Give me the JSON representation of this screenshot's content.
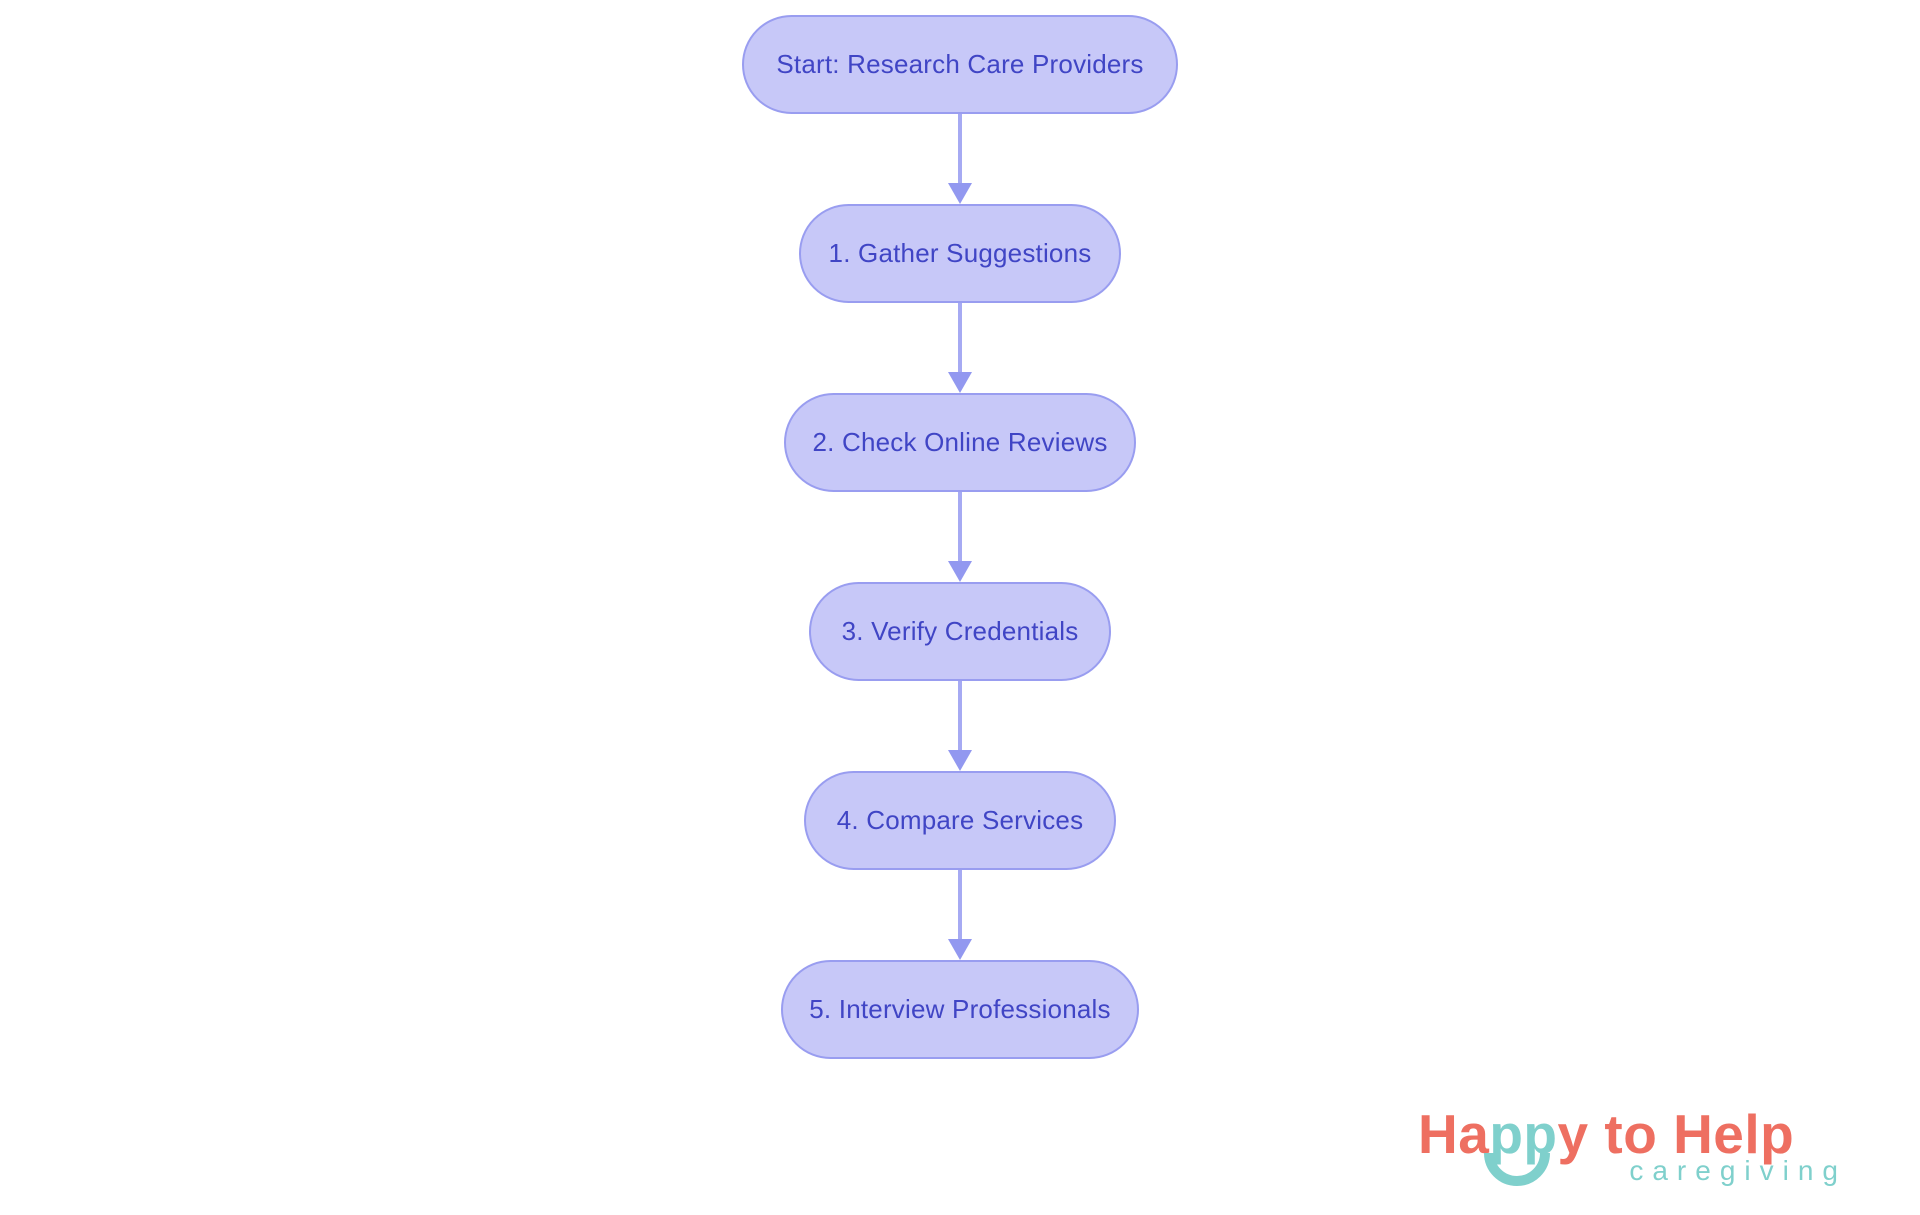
{
  "page": {
    "background": "#ffffff"
  },
  "colors": {
    "node_fill": "#c7c8f8",
    "node_border": "#999df0",
    "node_text": "#4045c5",
    "arrow_shaft": "#a6aaf3",
    "arrow_head": "#9298f0",
    "logo_coral": "#ee6f61",
    "logo_teal": "#7fd0cc"
  },
  "flowchart": {
    "direction": "top-down",
    "nodes": [
      {
        "id": "start",
        "label": "Start: Research Care Providers"
      },
      {
        "id": "step-1",
        "label": "1. Gather Suggestions"
      },
      {
        "id": "step-2",
        "label": "2. Check Online Reviews"
      },
      {
        "id": "step-3",
        "label": "3. Verify Credentials"
      },
      {
        "id": "step-4",
        "label": "4. Compare Services"
      },
      {
        "id": "step-5",
        "label": "5. Interview Professionals"
      }
    ],
    "edges": [
      {
        "from": "start",
        "to": "step-1"
      },
      {
        "from": "step-1",
        "to": "step-2"
      },
      {
        "from": "step-2",
        "to": "step-3"
      },
      {
        "from": "step-3",
        "to": "step-4"
      },
      {
        "from": "step-4",
        "to": "step-5"
      }
    ]
  },
  "logo": {
    "brand_part1": "Ha",
    "brand_part2": "pp",
    "brand_part3": "y to Help",
    "tagline": "caregiving"
  }
}
